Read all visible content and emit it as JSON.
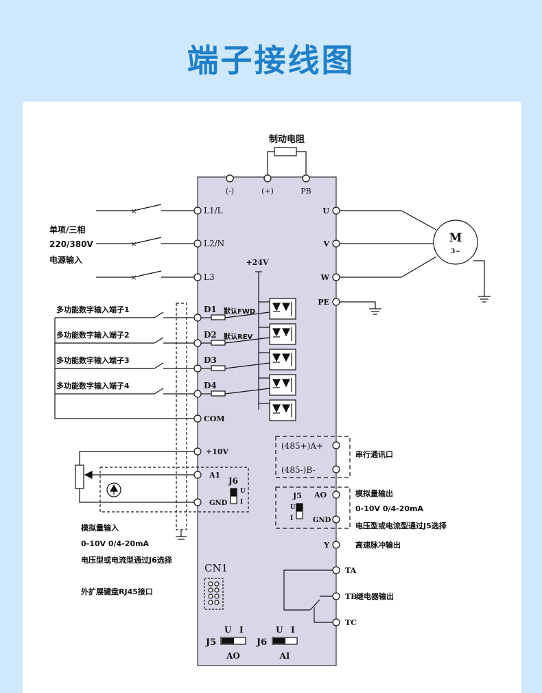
{
  "title": "端子接线图",
  "brake_resistor": "制动电阻",
  "dc_terminals": [
    "(-)",
    "(+)",
    "PB"
  ],
  "power_input": {
    "line1": "单项/三相",
    "line2": "220/380V",
    "line3": "电源输入",
    "terminals": [
      "L1/L",
      "L2/N",
      "L3"
    ]
  },
  "outputs": [
    "U",
    "V",
    "W",
    "PE"
  ],
  "motor": {
    "label": "M",
    "sub": "3~"
  },
  "plus24": "+24V",
  "digital_inputs": [
    {
      "label": "多功能数字输入端子1",
      "terminal": "D1",
      "note": "默认FWD"
    },
    {
      "label": "多功能数字输入端子2",
      "terminal": "D2",
      "note": "默认REV"
    },
    {
      "label": "多功能数字输入端子3",
      "terminal": "D3",
      "note": ""
    },
    {
      "label": "多功能数字输入端子4",
      "terminal": "D4",
      "note": ""
    }
  ],
  "com": "COM",
  "analog_in_terminals": [
    "+10V",
    "A1",
    "GND"
  ],
  "j6": {
    "label": "J6",
    "u": "U",
    "i": "I"
  },
  "comm": {
    "a": "(485+)A+",
    "b": "(485-)B-",
    "desc": "串行通讯口"
  },
  "analog_out": {
    "j5": "J5",
    "ao": "AO",
    "gnd": "GND",
    "u": "U",
    "i": "I",
    "desc1": "模拟量输出",
    "desc2": "0-10V  0/4-20mA",
    "desc3": "电压型或电流型通过J5选择"
  },
  "analog_in_desc": {
    "line1": "模拟量输入",
    "line2": "0-10V  0/4-20mA",
    "line3": "电压型或电流型通过J6选择"
  },
  "y_out": {
    "terminal": "Y",
    "desc": "高速脉冲输出"
  },
  "relay": {
    "ta": "TA",
    "tb": "TB",
    "tc": "TC",
    "desc": "继电器输出"
  },
  "cn1": "CN1",
  "keypad_desc": "外扩展键盘RJ45接口",
  "bottom_switches": {
    "j5": "J5",
    "j6": "J6",
    "u": "U",
    "i": "I",
    "ao": "AO",
    "ai": "AI"
  }
}
